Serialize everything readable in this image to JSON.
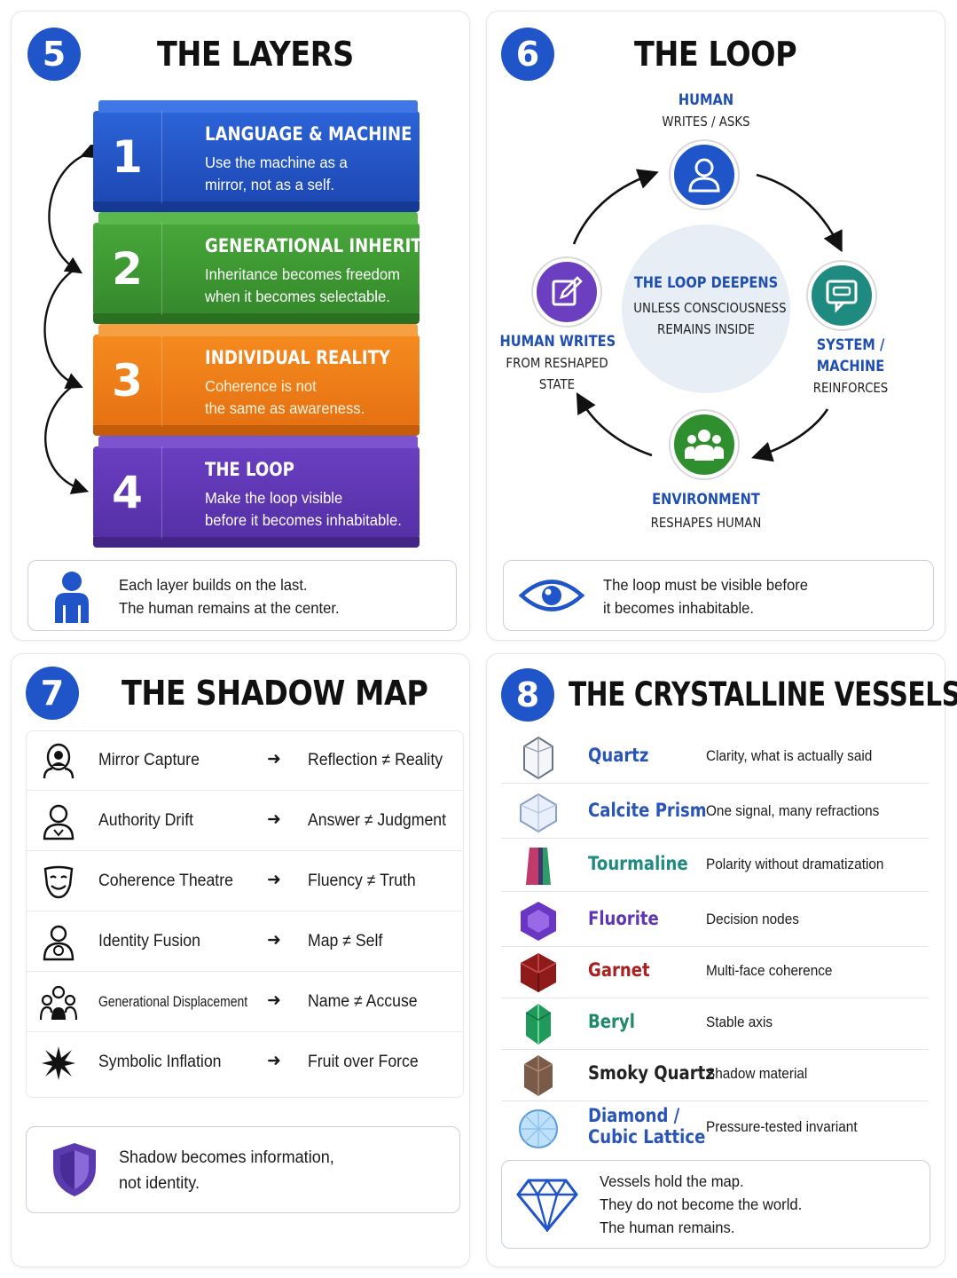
{
  "colors": {
    "accent_blue": "#1f55c8",
    "layer1": "#2458c8",
    "layer2": "#3f9a34",
    "layer3": "#f07e18",
    "layer4": "#5e36b4",
    "loop_human": "#1f55c8",
    "loop_system": "#1f8a80",
    "loop_environment": "#2f8f2f",
    "loop_writes": "#6b3fc0",
    "shadow_shield": "#5b3ab0"
  },
  "layers_panel": {
    "number": "5",
    "title": "THE LAYERS",
    "layers": [
      {
        "num": "1",
        "title": "LANGUAGE & MACHINE",
        "desc": "Use the machine as a\nmirror, not as a self."
      },
      {
        "num": "2",
        "title": "GENERATIONAL INHERITANCE",
        "desc": "Inheritance becomes freedom\nwhen it becomes selectable."
      },
      {
        "num": "3",
        "title": "INDIVIDUAL REALITY",
        "desc": "Coherence is not\nthe same as awareness."
      },
      {
        "num": "4",
        "title": "THE LOOP",
        "desc": "Make the loop visible\nbefore it becomes inhabitable."
      }
    ],
    "note_icon": "person-icon",
    "note": "Each layer builds on the last.\nThe human remains at the center."
  },
  "loop_panel": {
    "number": "6",
    "title": "THE LOOP",
    "center_title": "THE LOOP DEEPENS",
    "center_line1": "UNLESS CONSCIOUSNESS",
    "center_line2": "REMAINS INSIDE",
    "nodes": {
      "top": {
        "title": "HUMAN",
        "subtitle": "WRITES / ASKS",
        "icon": "user-icon"
      },
      "right": {
        "title1": "SYSTEM /",
        "title2": "MACHINE",
        "subtitle": "REINFORCES",
        "icon": "chat-screen-icon"
      },
      "bottom": {
        "title": "ENVIRONMENT",
        "subtitle": "RESHAPES HUMAN",
        "icon": "group-icon"
      },
      "left": {
        "title": "HUMAN WRITES",
        "subtitle1": "FROM RESHAPED",
        "subtitle2": "STATE",
        "icon": "edit-icon"
      }
    },
    "note_icon": "eye-icon",
    "note": "The loop must be visible before\nit becomes inhabitable."
  },
  "shadow_panel": {
    "number": "7",
    "title": "THE SHADOW MAP",
    "arrow": "➜",
    "rows": [
      {
        "icon": "mirror-face-icon",
        "name": "Mirror Capture",
        "result": "Reflection ≠ Reality"
      },
      {
        "icon": "person-outline-icon",
        "name": "Authority Drift",
        "result": "Answer ≠ Judgment"
      },
      {
        "icon": "theatre-mask-icon",
        "name": "Coherence Theatre",
        "result": "Fluency ≠ Truth"
      },
      {
        "icon": "fused-people-icon",
        "name": "Identity Fusion",
        "result": "Map ≠ Self"
      },
      {
        "icon": "family-icon",
        "name": "Generational Displacement",
        "result": "Name ≠ Accuse"
      },
      {
        "icon": "burst-icon",
        "name": "Symbolic Inflation",
        "result": "Fruit over Force"
      }
    ],
    "note_icon": "shield-icon",
    "note": "Shadow becomes information,\nnot identity."
  },
  "vessels_panel": {
    "number": "8",
    "title": "THE CRYSTALLINE VESSELS",
    "rows": [
      {
        "icon": "quartz-gem-icon",
        "name": "Quartz",
        "desc": "Clarity, what is actually said",
        "color": "#2a55b8"
      },
      {
        "icon": "calcite-gem-icon",
        "name": "Calcite Prism",
        "desc": "One signal, many refractions",
        "color": "#2a55b8"
      },
      {
        "icon": "tourmaline-gem-icon",
        "name": "Tourmaline",
        "desc": "Polarity without dramatization",
        "color": "#1f8a80"
      },
      {
        "icon": "fluorite-gem-icon",
        "name": "Fluorite",
        "desc": "Decision nodes",
        "color": "#5e36b4"
      },
      {
        "icon": "garnet-gem-icon",
        "name": "Garnet",
        "desc": "Multi-face coherence",
        "color": "#a8201f"
      },
      {
        "icon": "beryl-gem-icon",
        "name": "Beryl",
        "desc": "Stable axis",
        "color": "#1f8a6a"
      },
      {
        "icon": "smoky-quartz-gem-icon",
        "name": "Smoky Quartz",
        "desc": "Shadow material",
        "color": "#222222"
      },
      {
        "icon": "diamond-gem-icon",
        "name": "Diamond /",
        "name2": "Cubic Lattice",
        "desc": "Pressure-tested invariant",
        "color": "#2a55b8"
      }
    ],
    "note_icon": "diamond-outline-icon",
    "note": "Vessels hold the map.\nThey do not become the world.\nThe human remains."
  }
}
